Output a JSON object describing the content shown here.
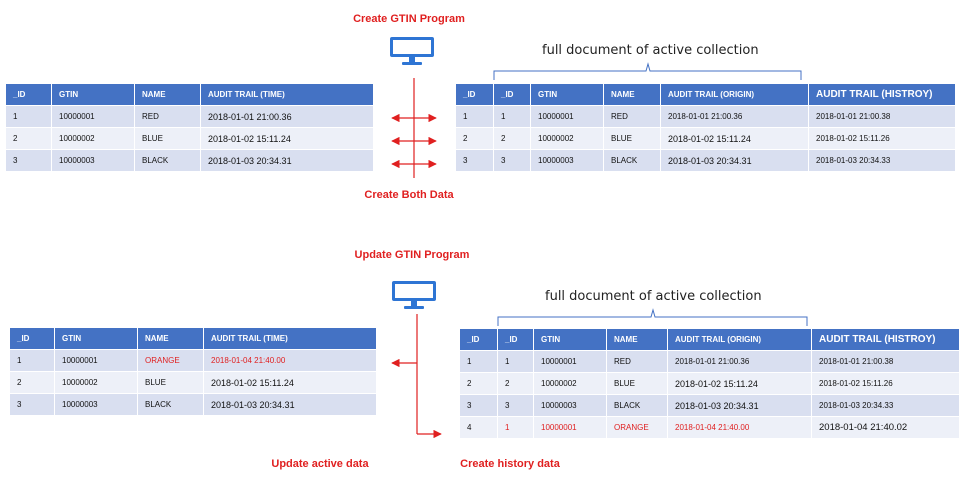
{
  "top": {
    "program_label": "Create GTIN Program",
    "result_label": "Create Both Data",
    "brace_label": "full document of active collection",
    "left_table": {
      "headers": [
        "_ID",
        "GTIN",
        "NAME",
        "AUDIT TRAIL (TIME)"
      ],
      "rows": [
        [
          "1",
          "10000001",
          "RED",
          "2018-01-01 21:00.36"
        ],
        [
          "2",
          "10000002",
          "BLUE",
          "2018-01-02 15:11.24"
        ],
        [
          "3",
          "10000003",
          "BLACK",
          "2018-01-03 20:34.31"
        ]
      ]
    },
    "right_table": {
      "headers": [
        "_ID",
        "_ID",
        "GTIN",
        "NAME",
        "AUDIT TRAIL (ORIGIN)",
        "AUDIT TRAIL (HISTROY)"
      ],
      "rows": [
        [
          "1",
          "1",
          "10000001",
          "RED",
          "2018-01-01 21:00.36",
          "2018-01-01 21:00.38"
        ],
        [
          "2",
          "2",
          "10000002",
          "BLUE",
          "2018-01-02 15:11.24",
          "2018-01-02 15:11.26"
        ],
        [
          "3",
          "3",
          "10000003",
          "BLACK",
          "2018-01-03 20:34.31",
          "2018-01-03 20:34.33"
        ]
      ]
    }
  },
  "bottom": {
    "program_label": "Update GTIN Program",
    "left_result_label": "Update active data",
    "right_result_label": "Create history data",
    "brace_label": "full document of active collection",
    "left_table": {
      "headers": [
        "_ID",
        "GTIN",
        "NAME",
        "AUDIT TRAIL (TIME)"
      ],
      "rows": [
        [
          "1",
          "10000001",
          "ORANGE",
          "2018-01-04 21:40.00"
        ],
        [
          "2",
          "10000002",
          "BLUE",
          "2018-01-02 15:11.24"
        ],
        [
          "3",
          "10000003",
          "BLACK",
          "2018-01-03 20:34.31"
        ]
      ]
    },
    "right_table": {
      "headers": [
        "_ID",
        "_ID",
        "GTIN",
        "NAME",
        "AUDIT TRAIL (ORIGIN)",
        "AUDIT TRAIL (HISTROY)"
      ],
      "rows": [
        [
          "1",
          "1",
          "10000001",
          "RED",
          "2018-01-01 21:00.36",
          "2018-01-01 21:00.38"
        ],
        [
          "2",
          "2",
          "10000002",
          "BLUE",
          "2018-01-02 15:11.24",
          "2018-01-02 15:11.26"
        ],
        [
          "3",
          "3",
          "10000003",
          "BLACK",
          "2018-01-03 20:34.31",
          "2018-01-03 20:34.33"
        ],
        [
          "4",
          "1",
          "10000001",
          "ORANGE",
          "2018-01-04 21:40.00",
          "2018-01-04 21:40.02"
        ]
      ]
    }
  },
  "colors": {
    "header_blue": "#4472c4",
    "row_dark": "#d9dff0",
    "row_light": "#edf0f8",
    "accent_red": "#e02020",
    "monitor_blue": "#2e75d4"
  },
  "icons": [
    "monitor-icon"
  ]
}
